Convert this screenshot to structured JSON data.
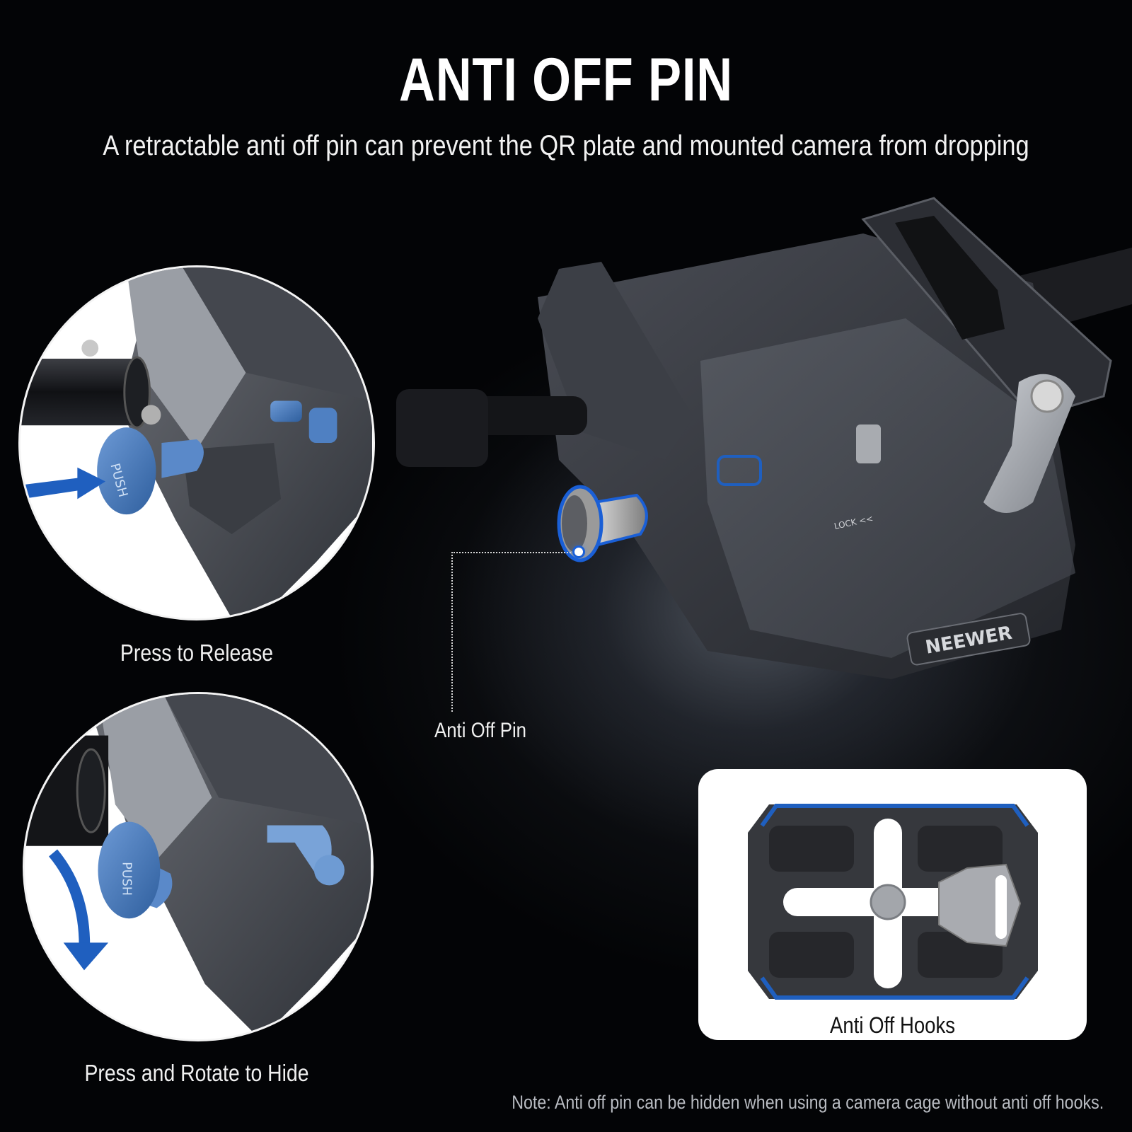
{
  "header": {
    "title": "ANTI OFF PIN",
    "subtitle": "A retractable anti off pin can prevent the QR plate and mounted camera from dropping"
  },
  "detail_steps": [
    {
      "caption": "Press to Release",
      "knob_label": "PUSH",
      "arrow": "right-arrow"
    },
    {
      "caption": "Press and Rotate to Hide",
      "knob_label": "PUSH",
      "arrow": "curved-down-arrow"
    }
  ],
  "main_product": {
    "brand": "NEEWER",
    "engraving": "LOCK <<",
    "callout_label": "Anti Off Pin"
  },
  "inset": {
    "label": "Anti Off Hooks"
  },
  "footer": {
    "note": "Note: Anti off pin can be hidden when using a camera cage without anti off hooks."
  },
  "colors": {
    "background": "#030406",
    "accent_blue": "#1f5fbf",
    "highlight_blue": "#5b8fd0",
    "metal_dark": "#3a3d44",
    "metal_light": "#8e9299",
    "text_white": "#ffffff",
    "note_gray": "#b9bcc2"
  }
}
